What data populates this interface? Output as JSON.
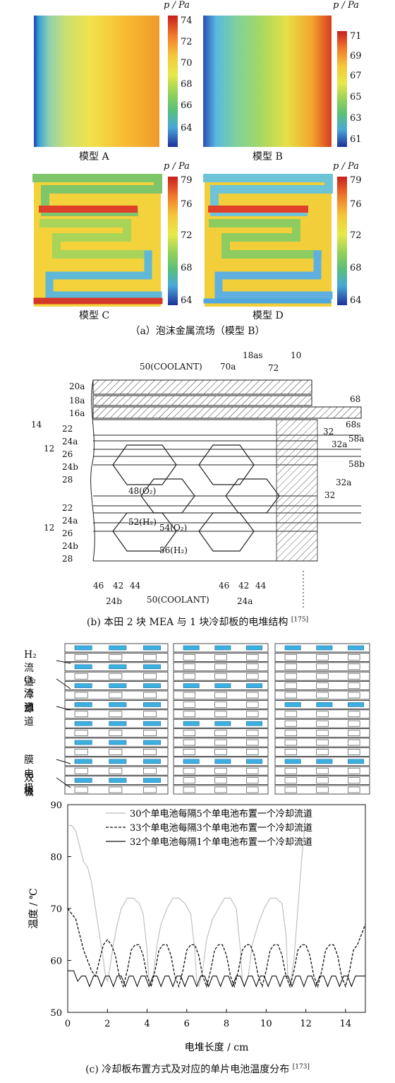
{
  "part_a": {
    "unit_label": "p / Pa",
    "panels": [
      {
        "label": "模型 A",
        "ticks": [
          "74",
          "72",
          "70",
          "68",
          "66",
          "64"
        ]
      },
      {
        "label": "模型 B",
        "ticks": [
          "71",
          "69",
          "67",
          "65",
          "63",
          "61"
        ]
      },
      {
        "label": "模型 C",
        "ticks": [
          "79",
          "76",
          "72",
          "68",
          "64"
        ]
      },
      {
        "label": "模型 D",
        "ticks": [
          "79",
          "76",
          "72",
          "68",
          "64"
        ]
      }
    ],
    "caption": "（a）泡沫金属流场（模型 B）"
  },
  "part_b": {
    "labels": {
      "coolant_top": "50(COOLANT)",
      "l70a": "70a",
      "l18as": "18as",
      "l72": "72",
      "l10": "10",
      "l20a": "20a",
      "l18a": "18a",
      "l16a": "16a",
      "l68": "68",
      "l68s": "68s",
      "l14": "14",
      "l12a": "12",
      "l12b": "12",
      "l22a": "22",
      "l24a1": "24a",
      "l26a": "26",
      "l24b1": "24b",
      "l28a": "28",
      "l22b": "22",
      "l24a2": "24a",
      "l26b": "26",
      "l24b2": "24b",
      "l28b": "28",
      "l32a": "32",
      "l32a2": "32a",
      "l58a": "58a",
      "l58b": "58b",
      "l32a3": "32a",
      "l32b": "32",
      "l48": "48(O₂)",
      "l52": "52(H₂)",
      "l54": "54(O₂)",
      "l56": "56(H₂)",
      "b46": "46",
      "b42": "42",
      "b44": "44",
      "b46b": "46",
      "b42b": "42",
      "b44b": "44",
      "l24b_bottom": "24b",
      "coolant_bottom": "50(COOLANT)",
      "l24a_bottom": "24a"
    },
    "caption": "(b)  本田 2 块 MEA 与 1 块冷却板的电堆结构",
    "caption_ref": "[175]"
  },
  "part_c": {
    "left_labels": {
      "h2": "H₂ 流道",
      "o2": "O₂ 流道",
      "cool1": "冷却",
      "cool2": "流道",
      "mea": "膜电极",
      "bp1": "双极",
      "bp2": "板"
    },
    "caption": "(c)  冷却板布置方式及对应的单片电池温度分布",
    "caption_ref": "[173]"
  },
  "chart_data": {
    "type": "line",
    "xlabel": "电堆长度 / cm",
    "ylabel": "温度 / ℃",
    "xlim": [
      0,
      15
    ],
    "ylim": [
      50,
      90
    ],
    "xticks": [
      "0",
      "2",
      "4",
      "6",
      "8",
      "10",
      "12",
      "14"
    ],
    "yticks": [
      "50",
      "60",
      "70",
      "80",
      "90"
    ],
    "legend_position": "top-right",
    "series": [
      {
        "name": "30个单电池每隔5个单电池布置一个冷却流道",
        "color": "#bbbbbb",
        "style": "solid",
        "x": [
          0,
          0.2,
          0.4,
          0.6,
          0.8,
          1.0,
          1.2,
          1.4,
          1.6,
          1.8,
          1.9,
          2.0,
          2.1,
          2.3,
          2.5,
          2.7,
          3.0,
          3.3,
          3.6,
          3.8,
          4.0,
          4.1,
          4.2,
          4.3,
          4.5,
          4.7,
          5.0,
          5.3,
          5.6,
          5.9,
          6.2,
          6.4,
          6.5,
          6.6,
          6.8,
          7.0,
          7.3,
          7.6,
          7.9,
          8.2,
          8.5,
          8.7,
          8.8,
          8.9,
          9.1,
          9.3,
          9.6,
          9.9,
          10.2,
          10.5,
          10.8,
          11.0,
          11.1,
          11.2,
          11.4,
          11.6,
          11.8,
          12.0
        ],
        "y": [
          86,
          86,
          85,
          82,
          79,
          78,
          75,
          70,
          65,
          60,
          57,
          56,
          58,
          63,
          67,
          70,
          72,
          72,
          71,
          69,
          62,
          56,
          55,
          57,
          63,
          67,
          70,
          72,
          72,
          71,
          69,
          62,
          56,
          55,
          58,
          64,
          68,
          70,
          72,
          72,
          70,
          62,
          56,
          55,
          57,
          63,
          67,
          70,
          72,
          72,
          71,
          65,
          56,
          55,
          60,
          70,
          80,
          88
        ]
      },
      {
        "name": "33个单电池每隔3个单电池布置一个冷却流道",
        "color": "#111111",
        "style": "dashed",
        "x": [
          0,
          0.2,
          0.4,
          0.6,
          0.8,
          1.0,
          1.2,
          1.4,
          1.6,
          1.8,
          2.0,
          2.2,
          2.4,
          2.6,
          2.8,
          3.0,
          3.2,
          3.4,
          3.6,
          3.8,
          4.0,
          4.2,
          4.4,
          4.6,
          4.8,
          5.0,
          5.2,
          5.4,
          5.6,
          5.8,
          6.0,
          6.2,
          6.4,
          6.6,
          6.8,
          7.0,
          7.2,
          7.4,
          7.6,
          7.8,
          8.0,
          8.2,
          8.4,
          8.6,
          8.8,
          9.0,
          9.2,
          9.4,
          9.6,
          9.8,
          10.0,
          10.2,
          10.4,
          10.6,
          10.8,
          11.0,
          11.2,
          11.4,
          11.6,
          11.8,
          12.0,
          12.2,
          12.4,
          12.6,
          12.8,
          13.0,
          13.2,
          13.4,
          13.6,
          13.8,
          14.0,
          14.2,
          14.4,
          14.6,
          14.8,
          15.0
        ],
        "y": [
          70,
          69,
          68,
          65,
          62,
          60,
          58,
          57,
          60,
          63,
          64,
          63,
          61,
          57,
          55,
          58,
          62,
          63,
          63,
          61,
          57,
          55,
          58,
          62,
          63,
          63,
          61,
          57,
          55,
          58,
          62,
          63,
          63,
          61,
          57,
          55,
          58,
          62,
          63,
          63,
          61,
          57,
          55,
          58,
          62,
          63,
          63,
          61,
          57,
          55,
          58,
          62,
          63,
          63,
          61,
          57,
          55,
          58,
          62,
          63,
          63,
          61,
          57,
          55,
          58,
          62,
          63,
          63,
          61,
          57,
          55,
          58,
          62,
          63,
          65,
          67
        ]
      },
      {
        "name": "32个单电池每隔1个单电池布置一个冷却流道",
        "color": "#111111",
        "style": "solid",
        "x": [
          0,
          0.3,
          0.5,
          0.7,
          0.9,
          1.1,
          1.3,
          1.5,
          1.7,
          1.9,
          2.1,
          2.3,
          2.5,
          2.7,
          2.9,
          3.1,
          3.3,
          3.5,
          3.7,
          3.9,
          4.1,
          4.3,
          4.5,
          4.7,
          4.9,
          5.1,
          5.3,
          5.5,
          5.7,
          5.9,
          6.1,
          6.3,
          6.5,
          6.7,
          6.9,
          7.1,
          7.3,
          7.5,
          7.7,
          7.9,
          8.1,
          8.3,
          8.5,
          8.7,
          8.9,
          9.1,
          9.3,
          9.5,
          9.7,
          9.9,
          10.1,
          10.3,
          10.5,
          10.7,
          10.9,
          11.1,
          11.3,
          11.5,
          11.7,
          11.9,
          12.1,
          12.3,
          12.5,
          12.7,
          12.9,
          13.1,
          13.3,
          13.5,
          13.7,
          13.9,
          14.1,
          14.3,
          14.5,
          14.7,
          14.9,
          15.0
        ],
        "y": [
          58,
          58,
          56,
          57,
          57,
          55,
          57,
          57,
          55,
          57,
          57,
          55,
          57,
          57,
          55,
          57,
          57,
          55,
          57,
          57,
          55,
          57,
          57,
          55,
          57,
          57,
          55,
          57,
          57,
          55,
          57,
          57,
          55,
          57,
          57,
          55,
          57,
          57,
          55,
          57,
          57,
          55,
          57,
          57,
          55,
          57,
          57,
          55,
          57,
          57,
          55,
          57,
          57,
          55,
          57,
          57,
          55,
          57,
          57,
          55,
          57,
          57,
          55,
          57,
          57,
          55,
          57,
          57,
          55,
          57,
          57,
          55,
          57,
          57,
          57,
          57
        ]
      }
    ]
  }
}
